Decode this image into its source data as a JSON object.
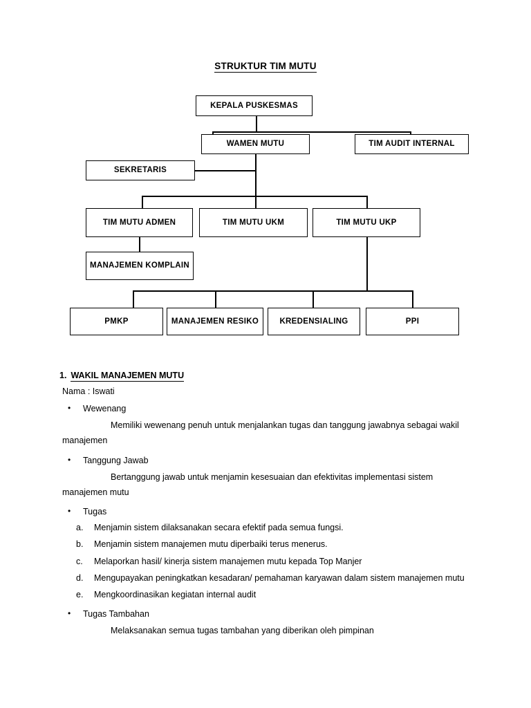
{
  "document": {
    "title": "STRUKTUR TIM MUTU"
  },
  "org_chart": {
    "nodes": [
      {
        "id": "kepala_puskesmas",
        "label": "KEPALA PUSKESMAS"
      },
      {
        "id": "wamen_mutu",
        "label": "WAMEN MUTU"
      },
      {
        "id": "tim_audit_internal",
        "label": "TIM AUDIT INTERNAL"
      },
      {
        "id": "sekretaris",
        "label": "SEKRETARIS"
      },
      {
        "id": "tim_mutu_admen",
        "label": "TIM MUTU ADMEN"
      },
      {
        "id": "tim_mutu_ukm",
        "label": "TIM MUTU UKM"
      },
      {
        "id": "tim_mutu_ukp",
        "label": "TIM MUTU UKP"
      },
      {
        "id": "manajemen_komplain",
        "label": "MANAJEMEN KOMPLAIN"
      },
      {
        "id": "pmkp",
        "label": "PMKP"
      },
      {
        "id": "manajemen_resiko",
        "label": "MANAJEMEN RESIKO"
      },
      {
        "id": "kredensialing",
        "label": "KREDENSIALING"
      },
      {
        "id": "ppi",
        "label": "PPI"
      }
    ]
  },
  "section": {
    "number": "1.",
    "heading": "WAKIL MANAJEMEN MUTU",
    "nama_label": "Nama : Iswati",
    "bullets": {
      "wewenang": "Wewenang",
      "tanggung_jawab": "Tanggung Jawab",
      "tugas": "Tugas",
      "tugas_tambahan": "Tugas Tambahan"
    },
    "wewenang_text": "Memiliki wewenang penuh untuk menjalankan tugas dan tanggung jawabnya sebagai wakil manajemen",
    "tanggung_jawab_text": "Bertanggung jawab untuk menjamin kesesuaian dan efektivitas implementasi sistem manajemen mutu",
    "tugas_items": [
      {
        "marker": "a.",
        "text": "Menjamin sistem dilaksanakan  secara efektif  pada semua fungsi."
      },
      {
        "marker": "b.",
        "text": "Menjamin sistem manajemen mutu diperbaiki terus menerus."
      },
      {
        "marker": "c.",
        "text": "Melaporkan hasil/ kinerja sistem manajemen mutu kepada Top  Manjer"
      },
      {
        "marker": "d.",
        "text": "Mengupayakan peningkatkan kesadaran/ pemahaman karyawan dalam sistem manajemen mutu"
      },
      {
        "marker": "e.",
        "text": "Mengkoordinasikan kegiatan internal audit"
      }
    ],
    "tugas_tambahan_text": "Melaksanakan semua tugas tambahan yang diberikan oleh pimpinan"
  },
  "colors": {
    "text": "#000000",
    "background": "#ffffff",
    "line": "#000000"
  }
}
